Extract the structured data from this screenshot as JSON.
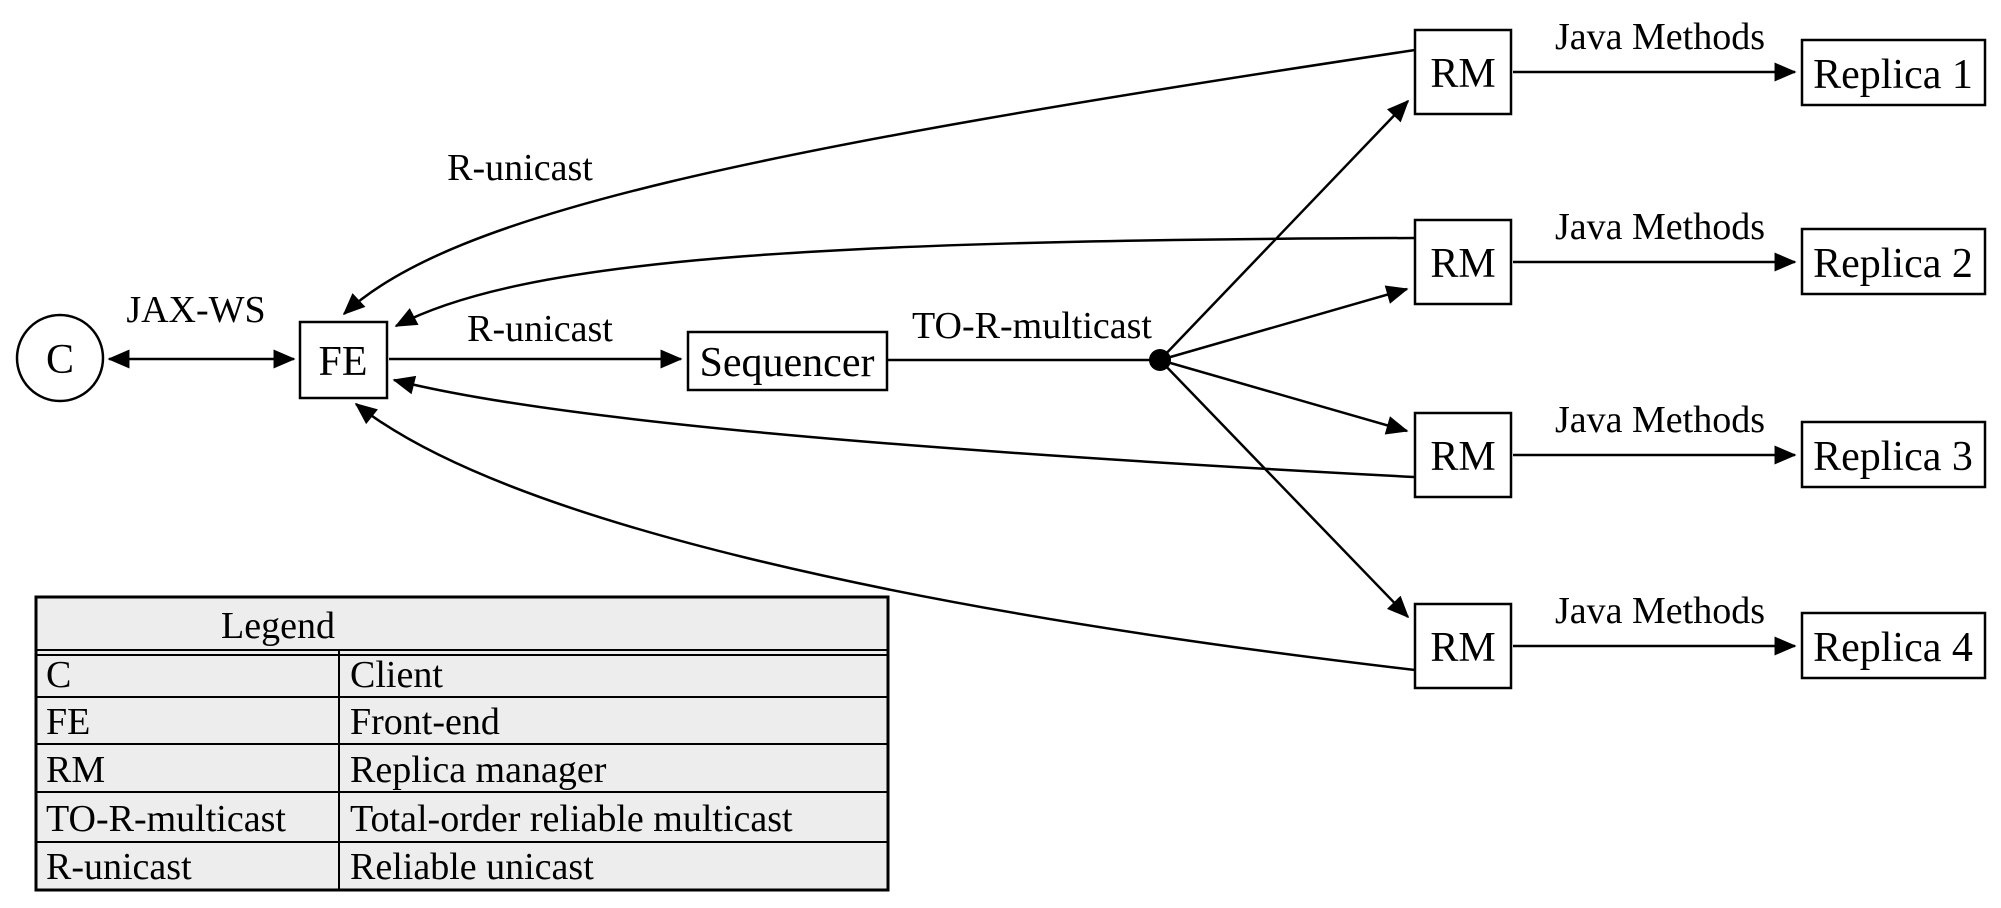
{
  "figure": {
    "description": "Architecture diagram of a replicated service: client talks to a front-end, requests are ordered by a sequencer and multicast to replica managers that invoke Java methods on replicas",
    "background_color": "#ffffff",
    "stroke_color": "#000000",
    "legend_background_color": "#ededed"
  },
  "nodes": {
    "client": {
      "label": "C",
      "shape": "circle"
    },
    "front_end": {
      "label": "FE",
      "shape": "box"
    },
    "sequencer": {
      "label": "Sequencer",
      "shape": "box"
    },
    "rm_label": "RM",
    "replicas": [
      {
        "label": "Replica 1"
      },
      {
        "label": "Replica 2"
      },
      {
        "label": "Replica 3"
      },
      {
        "label": "Replica 4"
      }
    ],
    "junction_dot": {
      "shape": "filled-dot"
    }
  },
  "edge_labels": {
    "client_fe": "JAX-WS",
    "fe_sequencer": "R-unicast",
    "sequencer_multicast": "TO-R-multicast",
    "rm_fe_return": "R-unicast",
    "rm_replica": "Java Methods"
  },
  "legend": {
    "header": "Legend",
    "rows": [
      {
        "key": "C",
        "value": "Client"
      },
      {
        "key": "FE",
        "value": "Front-end"
      },
      {
        "key": "RM",
        "value": "Replica manager"
      },
      {
        "key": "TO-R-multicast",
        "value": "Total-order reliable multicast"
      },
      {
        "key": "R-unicast",
        "value": "Reliable unicast"
      }
    ]
  }
}
